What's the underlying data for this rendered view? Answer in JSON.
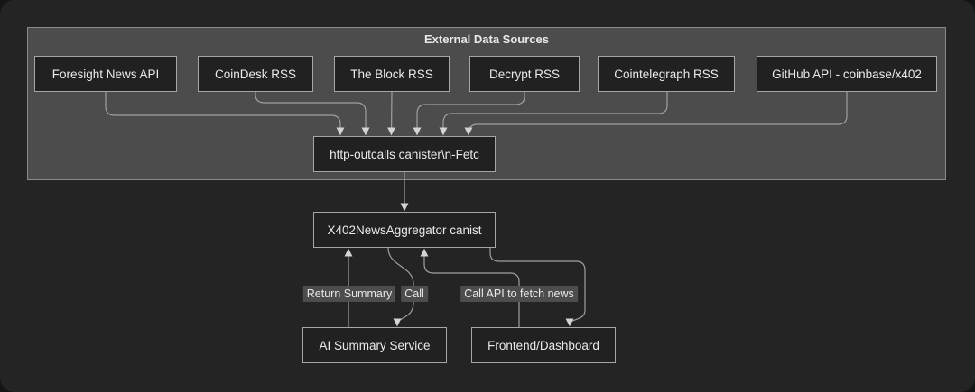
{
  "diagram": {
    "cluster_title": "External Data Sources",
    "sources": [
      {
        "label": "Foresight News API"
      },
      {
        "label": "CoinDesk RSS"
      },
      {
        "label": "The Block RSS"
      },
      {
        "label": "Decrypt RSS"
      },
      {
        "label": "Cointelegraph RSS"
      },
      {
        "label": "GitHub API - coinbase/x402"
      }
    ],
    "nodes": {
      "http_outcalls": {
        "label": "http-outcalls canister\\n-Fetc"
      },
      "aggregator": {
        "label": "X402NewsAggregator canist"
      },
      "ai_summary": {
        "label": "AI Summary Service"
      },
      "frontend": {
        "label": "Frontend/Dashboard"
      }
    },
    "edge_labels": {
      "return_summary": "Return Summary",
      "call": "Call",
      "call_api": "Call API to fetch news"
    },
    "colors": {
      "background": "#242424",
      "cluster_fill": "#4c4c4c",
      "cluster_border": "#8a8a8a",
      "node_fill": "#212121",
      "node_border": "#a6a6a6",
      "text": "#eaeaea",
      "edge_stroke": "#9f9f9f",
      "arrowhead": "#d4d4d4",
      "edge_label_bg": "#4d4d4d"
    }
  }
}
